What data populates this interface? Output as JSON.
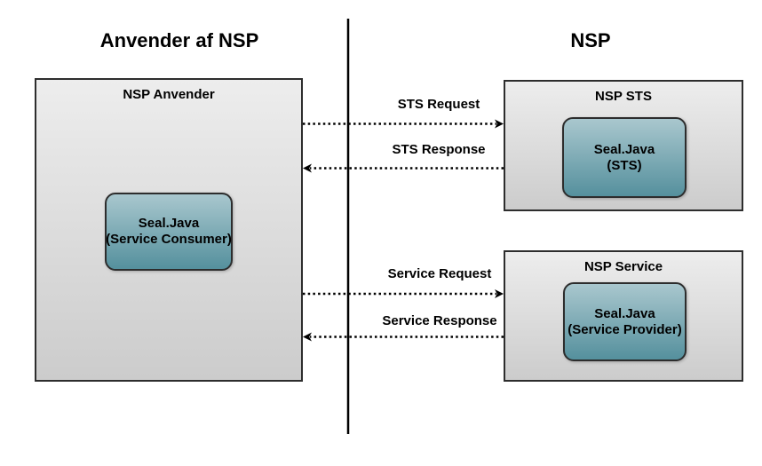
{
  "titles": {
    "left": "Anvender af NSP",
    "right": "NSP"
  },
  "boxes": {
    "nsp_anvender": {
      "label": "NSP Anvender",
      "inner": {
        "line1": "Seal.Java",
        "line2": "(Service Consumer)"
      }
    },
    "nsp_sts": {
      "label": "NSP STS",
      "inner": {
        "line1": "Seal.Java",
        "line2": "(STS)"
      }
    },
    "nsp_service": {
      "label": "NSP Service",
      "inner": {
        "line1": "Seal.Java",
        "line2": "(Service Provider)"
      }
    }
  },
  "arrows": [
    {
      "label": "STS Request",
      "direction": "right"
    },
    {
      "label": "STS Response",
      "direction": "left"
    },
    {
      "label": "Service Request",
      "direction": "right"
    },
    {
      "label": "Service Response",
      "direction": "left"
    }
  ],
  "colors": {
    "background": "#ffffff",
    "box_border": "#2d2d2d",
    "gray_gradient_top": "#ededed",
    "gray_gradient_bottom": "#cccccc",
    "teal_gradient_top": "#a9c7ce",
    "teal_gradient_bottom": "#55909d",
    "line_color": "#000000",
    "text_color": "#000000"
  }
}
